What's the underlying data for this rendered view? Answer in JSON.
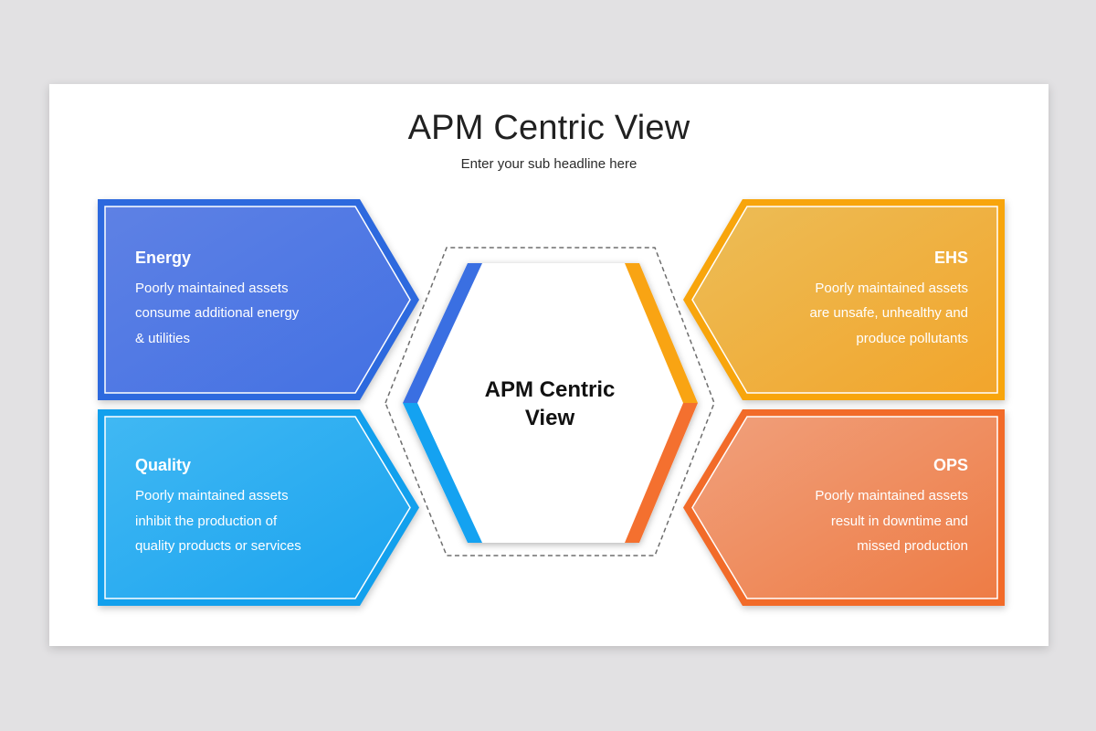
{
  "slide": {
    "title": "APM Centric View",
    "subtitle": "Enter your sub headline here"
  },
  "center": {
    "label_lines": [
      "APM Centric",
      "View"
    ],
    "dash_color": "#6e6e6e",
    "bands": {
      "top_left": "#3a6fe2",
      "top_right": "#f9a413",
      "bottom_left": "#14a2f1",
      "bottom_right": "#f4702f"
    }
  },
  "panels": [
    {
      "key": "energy",
      "title": "Energy",
      "body_lines": [
        "Poorly maintained assets",
        "consume additional energy",
        "& utilities"
      ],
      "colors": {
        "border": "#2d69de",
        "fill_light": "#5e81e4",
        "fill_dark": "#4371e3"
      }
    },
    {
      "key": "quality",
      "title": "Quality",
      "body_lines": [
        "Poorly maintained assets",
        "inhibit the production of",
        "quality products or services"
      ],
      "colors": {
        "border": "#12a0ed",
        "fill_light": "#40b8f3",
        "fill_dark": "#1ba3ef"
      }
    },
    {
      "key": "ehs",
      "title": "EHS",
      "body_lines": [
        "Poorly maintained assets",
        "are unsafe, unhealthy and",
        "produce pollutants"
      ],
      "colors": {
        "border": "#f8a50c",
        "fill_light": "#ecbd57",
        "fill_dark": "#f2a52c"
      }
    },
    {
      "key": "ops",
      "title": "OPS",
      "body_lines": [
        "Poorly maintained assets",
        "result in downtime and",
        "missed production"
      ],
      "colors": {
        "border": "#f26b29",
        "fill_light": "#f0a07c",
        "fill_dark": "#ee7c45"
      }
    }
  ]
}
